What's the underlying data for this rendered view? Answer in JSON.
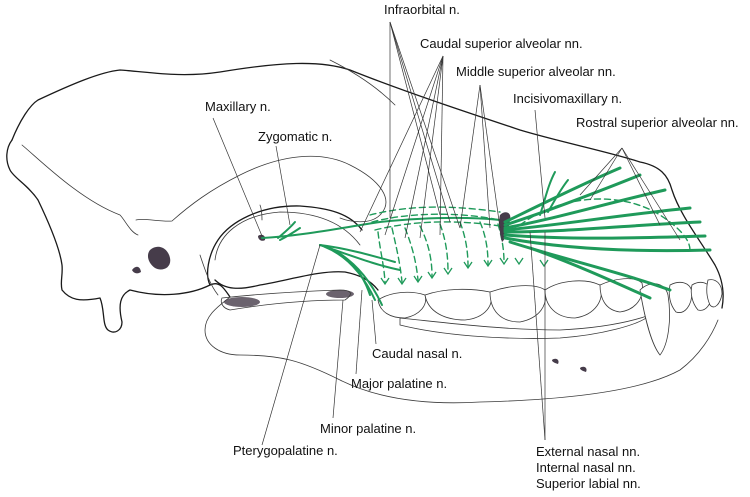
{
  "figure": {
    "subject": "Canine skull, lateral view — maxillary nerve branches",
    "colors": {
      "nerve": "#1f9a5a",
      "bone_outline": "#1a1a1a",
      "foramen_fill": "#463c4a",
      "leader_line": "#333333"
    }
  },
  "labels": {
    "infraorbital": "Infraorbital n.",
    "caudal_superior_alveolar": "Caudal superior alveolar nn.",
    "middle_superior_alveolar": "Middle superior alveolar nn.",
    "incisivomaxillary": "Incisivomaxillary n.",
    "rostral_superior_alveolar": "Rostral superior alveolar nn.",
    "maxillary": "Maxillary n.",
    "zygomatic": "Zygomatic n.",
    "caudal_nasal": "Caudal nasal n.",
    "major_palatine": "Major palatine n.",
    "minor_palatine": "Minor palatine n.",
    "pterygopalatine": "Pterygopalatine n.",
    "external_nasal": "External nasal nn.",
    "internal_nasal": "Internal nasal nn.",
    "superior_labial": "Superior labial nn."
  }
}
